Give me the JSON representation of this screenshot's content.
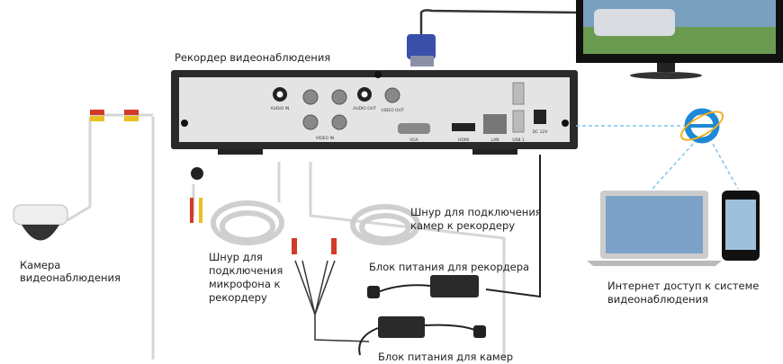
{
  "labels": {
    "recorder": "Рекордер видеонаблюдения",
    "camera": [
      "Камера",
      "видеонаблюдения"
    ],
    "mic_cable": [
      "Шнур для",
      "подключения",
      "микрофона к",
      "рекордеру"
    ],
    "camera_cable": [
      "Шнур для подключения",
      "камер к рекордеру"
    ],
    "psu_recorder": "Блок питания для рекордера",
    "psu_cameras": "Блок питания для камер",
    "internet": [
      "Интернет доступ к системе",
      "видеонаблюдения"
    ]
  },
  "panel_ports": {
    "audio_in": "AUDIO IN",
    "video_in": "VIDEO IN",
    "audio_out": "AUDIO OUT",
    "video_out": "VIDEO OUT",
    "vga": "VGA",
    "hdmi": "HDMI",
    "lan": "LAN",
    "usb": "USB 1",
    "dc": "DC 12V"
  },
  "colors": {
    "vga_connector": "#3a4fa8",
    "ie_blue": "#1e88d8",
    "dashed_line": "#7fc6ea",
    "cable": "#d8d8d8",
    "rca_red": "#d23a2a",
    "rca_yellow": "#e8c020"
  }
}
